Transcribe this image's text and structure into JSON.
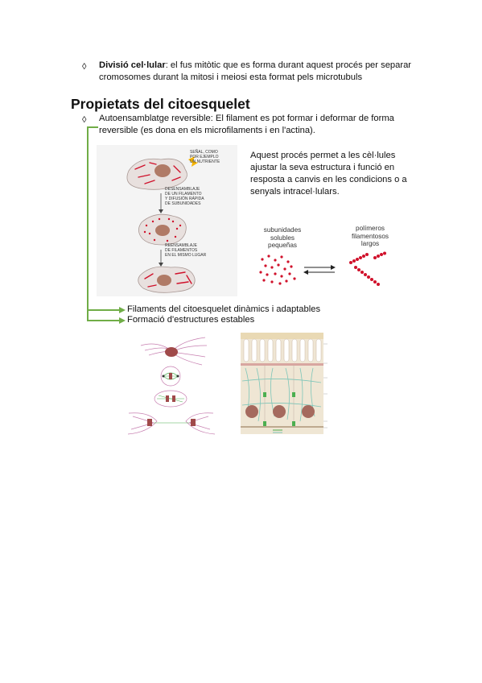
{
  "bullet_glyph": "◊",
  "item1": {
    "bold": "Divisió cel·lular",
    "line1_rest": ": el fus mitòtic que es forma durant aquest procés per separar",
    "line2": "cromosomes durant la mitosi i meiosi esta format pels microtubuls"
  },
  "section_title": "Propietats del citoesquelet",
  "item2": {
    "line1": "Autoensamblatge reversible: El filament es pot formar i deformar de forma",
    "line2": "reversible (es dona en els microfilaments i en l'actina)."
  },
  "explain": [
    "Aquest procés permet a les cèl·lules",
    "ajustar la seva estructura i funció en",
    "resposta a canvis en les condicions o a",
    "senyals intracel·lulars."
  ],
  "figure_cell": {
    "signal_label": [
      "señal, como",
      "por ejemplo",
      "un nutriente"
    ],
    "step1_label": [
      "desensamblaje",
      "de un filamento",
      "y difusión rápida",
      "de subunidades"
    ],
    "step2_label": [
      "reensamblaje",
      "de filamentos",
      "en el mismo lugar"
    ]
  },
  "figure_polymer": {
    "left_label": [
      "subunidades",
      "solubles",
      "pequeñas"
    ],
    "right_label": [
      "polímeros",
      "filamentosos",
      "largos"
    ]
  },
  "arrow_items": [
    "Filaments del citoesquelet dinàmics i adaptables",
    "Formació d'estructures estables"
  ],
  "colors": {
    "accent_green": "#70ad47",
    "filament_red": "#d0112b",
    "nucleus_brown": "#b07a66"
  }
}
